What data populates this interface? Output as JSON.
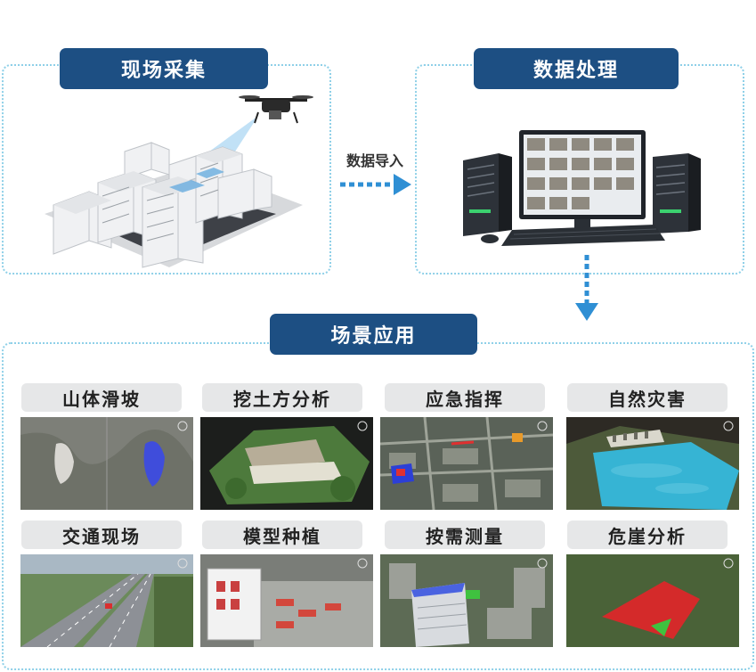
{
  "capture": {
    "title": "现场采集"
  },
  "process": {
    "title": "数据处理"
  },
  "flow": {
    "import_label": "数据导入"
  },
  "apps": {
    "title": "场景应用",
    "items": [
      {
        "label": "山体滑坡"
      },
      {
        "label": "挖土方分析"
      },
      {
        "label": "应急指挥"
      },
      {
        "label": "自然灾害"
      },
      {
        "label": "交通现场"
      },
      {
        "label": "模型种植"
      },
      {
        "label": "按需测量"
      },
      {
        "label": "危崖分析"
      }
    ]
  },
  "colors": {
    "accent": "#1d4f83",
    "arrow": "#2f8fd4",
    "border": "#8fd0e8",
    "tag_bg": "#e6e7e8"
  }
}
